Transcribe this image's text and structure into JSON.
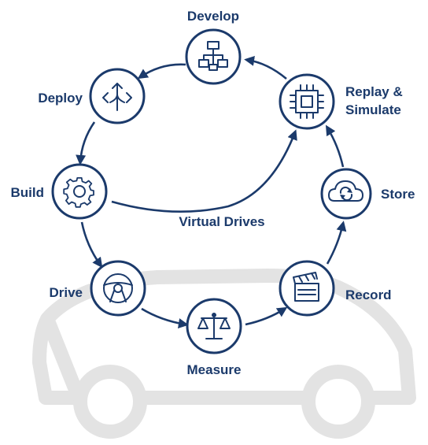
{
  "nodes": {
    "develop": "Develop",
    "replay": [
      "Replay &",
      "Simulate"
    ],
    "store": "Store",
    "record": "Record",
    "measure": "Measure",
    "drive": "Drive",
    "build": "Build",
    "deploy": "Deploy"
  },
  "edge_label": "Virtual Drives",
  "colors": {
    "primary": "#1b3a6b",
    "car_outline": "#e3e3e3"
  },
  "icons": {
    "develop": "hierarchy-icon",
    "replay": "chip-icon",
    "store": "cloud-sync-icon",
    "record": "clapperboard-icon",
    "measure": "scale-icon",
    "drive": "steering-wheel-icon",
    "build": "gear-icon",
    "deploy": "split-arrows-icon"
  }
}
